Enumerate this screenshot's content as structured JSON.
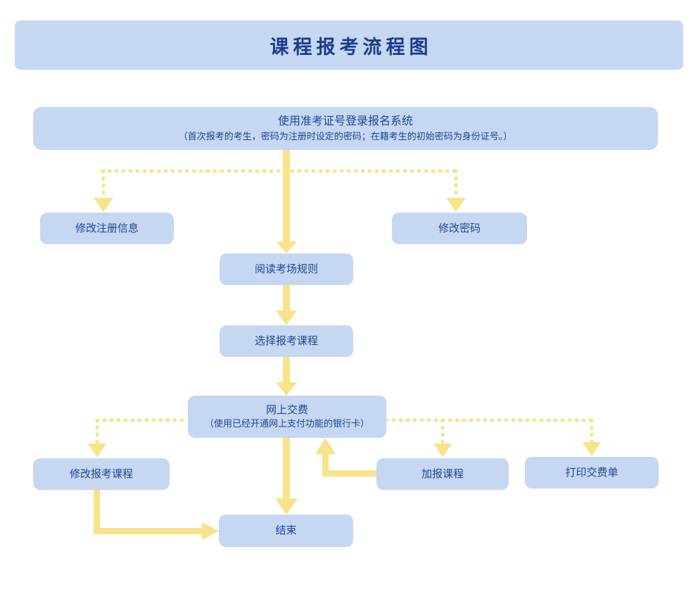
{
  "page": {
    "title": "课程报考流程图",
    "background_color": "#ffffff"
  },
  "theme": {
    "node_fill": "#c6d7f1",
    "node_text": "#1e4696",
    "title_text": "#1b3c8c",
    "connector": "#f7e38a",
    "banner_fill": "#c6d7f1"
  },
  "nodes": {
    "login": {
      "title": "使用准考证号登录报名系统",
      "subtitle": "（首次报考的考生，密码为注册时设定的密码；在籍考生的初始密码为身份证号。）"
    },
    "edit_registration": {
      "title": "修改注册信息"
    },
    "edit_password": {
      "title": "修改密码"
    },
    "read_rules": {
      "title": "阅读考场规则"
    },
    "select_courses": {
      "title": "选择报考课程"
    },
    "online_payment": {
      "title": "网上交费",
      "subtitle": "（使用已经开通网上支付功能的银行卡）"
    },
    "edit_courses": {
      "title": "修改报考课程"
    },
    "add_courses": {
      "title": "加报课程"
    },
    "print_receipt": {
      "title": "打印交费单"
    },
    "end": {
      "title": "结束"
    }
  },
  "connectors": [
    {
      "name": "login-to-rules",
      "style": "solid",
      "from": "login",
      "to": "read_rules"
    },
    {
      "name": "login-to-edit-reg",
      "style": "dotted",
      "from": "login",
      "to": "edit_registration"
    },
    {
      "name": "login-to-edit-pw",
      "style": "dotted",
      "from": "login",
      "to": "edit_password"
    },
    {
      "name": "rules-to-select",
      "style": "solid",
      "from": "read_rules",
      "to": "select_courses"
    },
    {
      "name": "select-to-pay",
      "style": "solid",
      "from": "select_courses",
      "to": "online_payment"
    },
    {
      "name": "pay-to-edit-courses",
      "style": "dotted",
      "from": "online_payment",
      "to": "edit_courses"
    },
    {
      "name": "pay-to-add-courses",
      "style": "dotted",
      "from": "online_payment",
      "to": "add_courses"
    },
    {
      "name": "pay-to-print-receipt",
      "style": "dotted",
      "from": "online_payment",
      "to": "print_receipt"
    },
    {
      "name": "pay-to-end",
      "style": "solid",
      "from": "online_payment",
      "to": "end"
    },
    {
      "name": "add-courses-back-to-pay",
      "style": "solid",
      "from": "add_courses",
      "to": "online_payment"
    },
    {
      "name": "edit-courses-to-end",
      "style": "solid",
      "from": "edit_courses",
      "to": "end"
    }
  ]
}
